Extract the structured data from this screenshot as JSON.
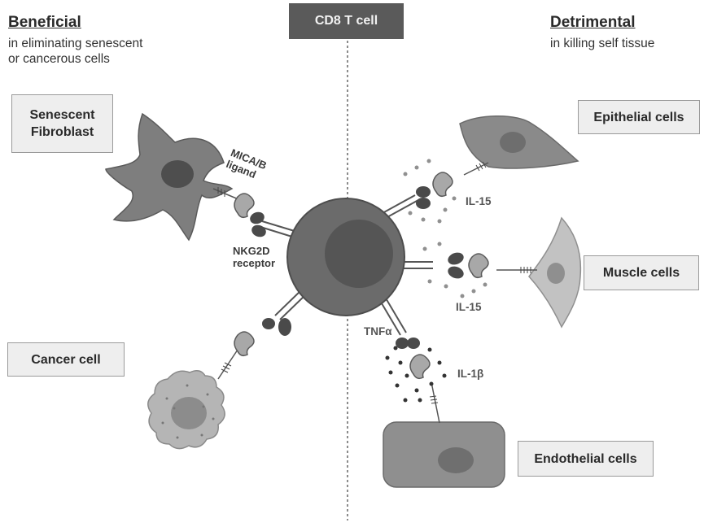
{
  "center_label": "CD8 T cell",
  "left": {
    "heading": "Beneficial",
    "sub_line1": "in eliminating senescent",
    "sub_line2": "or cancerous cells"
  },
  "right": {
    "heading": "Detrimental",
    "sub_line1": "in killing self tissue"
  },
  "boxes": {
    "senescent_line1": "Senescent",
    "senescent_line2": "Fibroblast",
    "cancer": "Cancer cell",
    "epithelial": "Epithelial cells",
    "muscle": "Muscle cells",
    "endothelial": "Endothelial cells"
  },
  "labels": {
    "mica_line1": "MICA/B",
    "mica_line2": "ligand",
    "nkg2d_line1": "NKG2D",
    "nkg2d_line2": "receptor",
    "il15_top": "IL-15",
    "il15_mid": "IL-15",
    "tnfa": "TNFα",
    "il1b": "IL-1β"
  },
  "colors": {
    "tcell": "#6b6b6b",
    "nucleus": "#555555",
    "cell_gray": "#8a8a8a",
    "light_cell": "#bdbdbd"
  }
}
